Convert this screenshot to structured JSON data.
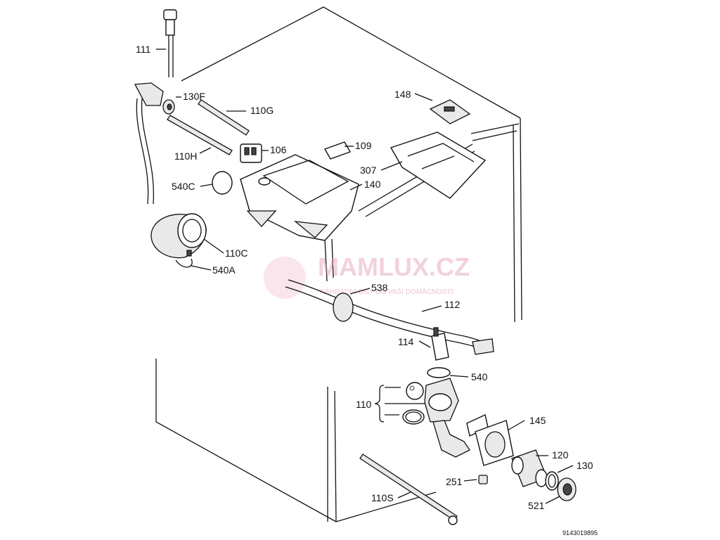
{
  "labels": {
    "l111": "111",
    "l130f": "130F",
    "l110g": "110G",
    "l110h": "110H",
    "l106": "106",
    "l109": "109",
    "l148": "148",
    "l307": "307",
    "l540c": "540C",
    "l140": "140",
    "l110c": "110C",
    "l540a": "540A",
    "l538": "538",
    "l112": "112",
    "l114": "114",
    "l540": "540",
    "l110": "110",
    "l145": "145",
    "l120": "120",
    "l130": "130",
    "l251": "251",
    "l521": "521",
    "l110s": "110S"
  },
  "watermark": {
    "brand": "MAMLUX.CZ",
    "tagline": "NÁHRADNÍ DÍLY DO VAŠÍ DOMÁCNOSTI"
  },
  "footer": {
    "doc_number": "9143019895"
  }
}
